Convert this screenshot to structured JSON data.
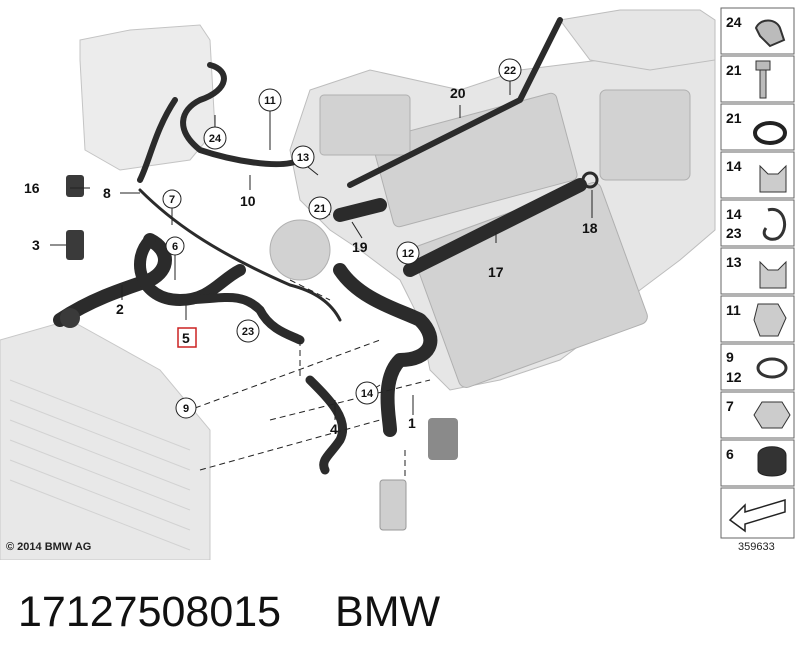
{
  "callouts": {
    "c1": "1",
    "c2": "2",
    "c3": "3",
    "c4": "4",
    "c5": "5",
    "c6": "6",
    "c7": "7",
    "c8": "8",
    "c9": "9",
    "c10": "10",
    "c11": "11",
    "c12": "12",
    "c13": "13",
    "c14": "14",
    "c16": "16",
    "c17": "17",
    "c18": "18",
    "c19": "19",
    "c20": "20",
    "c21": "21",
    "c22": "22",
    "c23": "23",
    "c24": "24"
  },
  "legend": [
    {
      "label": "24",
      "icon": "clip-icon"
    },
    {
      "label": "21",
      "icon": "bolt-icon"
    },
    {
      "label": "21",
      "icon": "o-ring-icon"
    },
    {
      "label": "14",
      "icon": "clamp-icon"
    },
    {
      "label_a": "14",
      "label_b": "23",
      "icon": "spring-clip-icon"
    },
    {
      "label": "13",
      "icon": "clamp-icon"
    },
    {
      "label": "11",
      "icon": "bracket-icon"
    },
    {
      "label_a": "9",
      "label_b": "12",
      "icon": "hose-clamp-icon"
    },
    {
      "label": "7",
      "icon": "nut-icon"
    },
    {
      "label": "6",
      "icon": "grommet-icon"
    },
    {
      "icon": "arrow-icon"
    }
  ],
  "highlight_color": "#cc2222",
  "copyright": "© 2014 BMW AG",
  "diagram_id": "359633",
  "part_number": "17127508015",
  "brand": "BMW"
}
